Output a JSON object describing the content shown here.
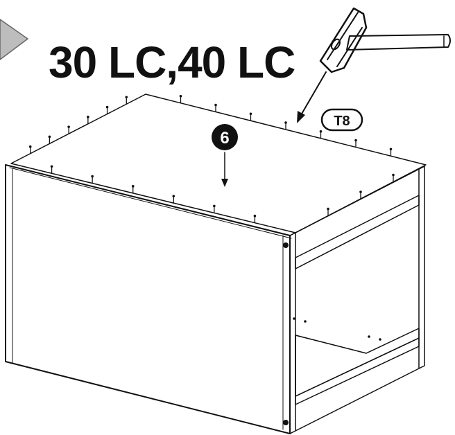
{
  "title": "30 LC,40 LC",
  "step": {
    "number": "6"
  },
  "tool": {
    "icon": "hammer-icon",
    "code": "T8"
  },
  "navigation": {
    "icon": "play-triangle-icon"
  },
  "colors": {
    "ink": "#111111",
    "paper": "#ffffff",
    "arrow_fill": "#bdbdbd"
  }
}
